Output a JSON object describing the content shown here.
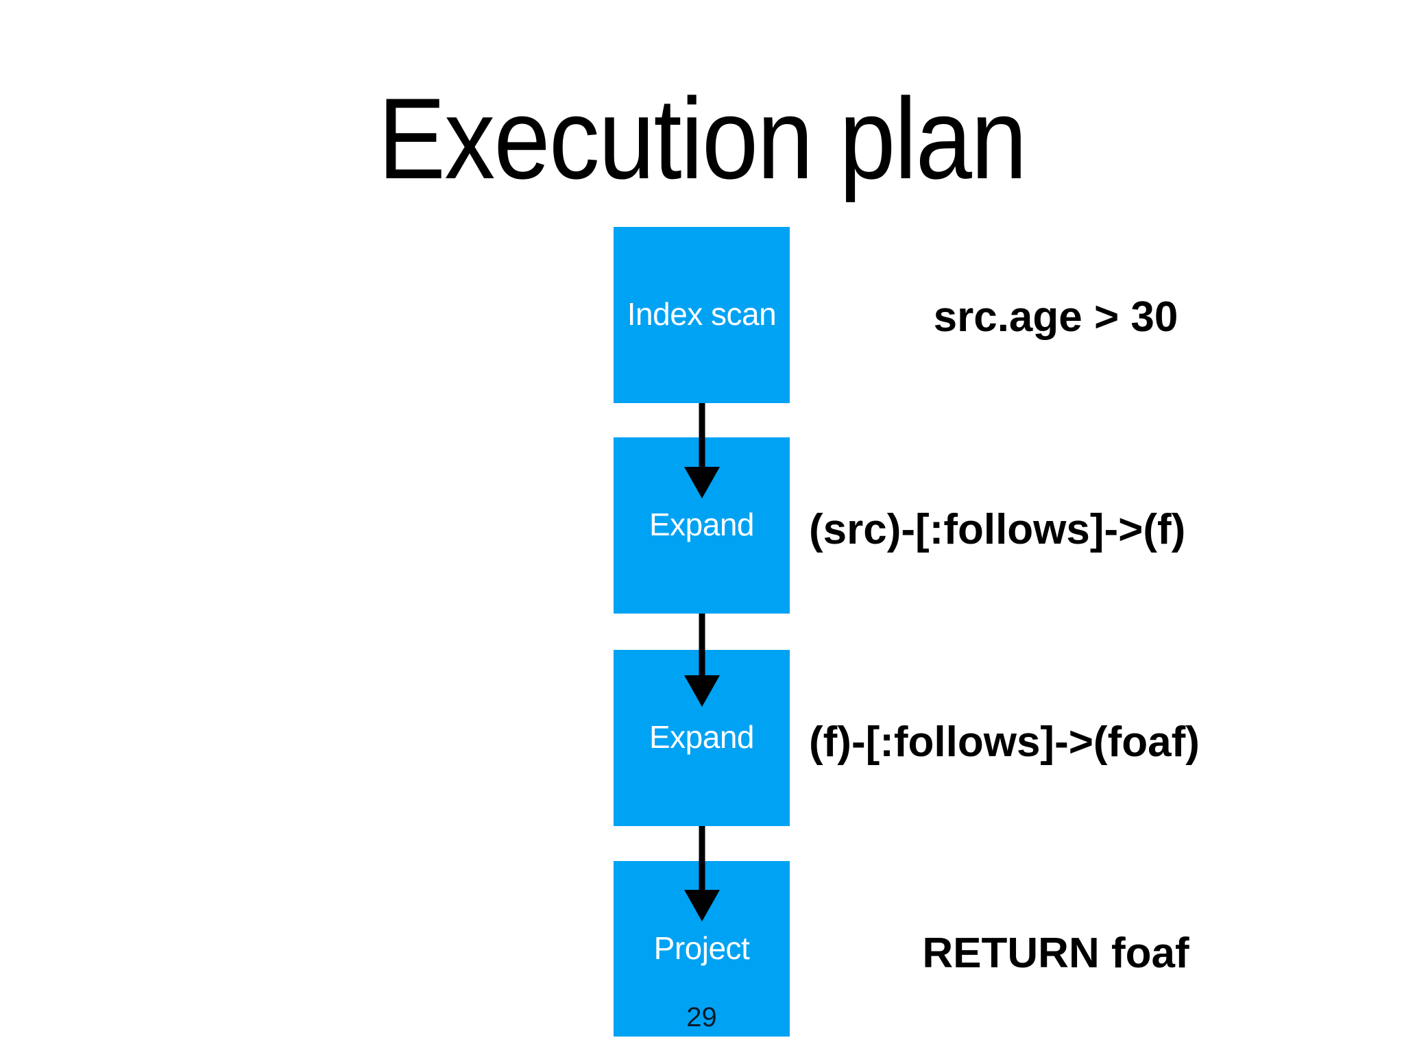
{
  "slide": {
    "title": "Execution plan",
    "page_number": "29",
    "background_color": "#ffffff",
    "node_color": "#00A2F3",
    "node_text_color": "#ffffff",
    "annotation_text_color": "#000000",
    "arrow_color": "#000000"
  },
  "flow": {
    "nodes": [
      {
        "id": "index-scan",
        "label": "Index scan"
      },
      {
        "id": "expand-1",
        "label": "Expand"
      },
      {
        "id": "expand-2",
        "label": "Expand"
      },
      {
        "id": "project",
        "label": "Project"
      }
    ],
    "arrows": [
      {
        "id": "arrow-1",
        "from": "index-scan",
        "to": "expand-1"
      },
      {
        "id": "arrow-2",
        "from": "expand-1",
        "to": "expand-2"
      },
      {
        "id": "arrow-3",
        "from": "expand-2",
        "to": "project"
      }
    ]
  },
  "annotations": [
    {
      "id": "annotation-1",
      "text": "src.age > 30",
      "for_node": "index-scan"
    },
    {
      "id": "annotation-2",
      "text": "(src)-[:follows]->(f)",
      "for_node": "expand-1"
    },
    {
      "id": "annotation-3",
      "text": "(f)-[:follows]->(foaf)",
      "for_node": "expand-2"
    },
    {
      "id": "annotation-4",
      "text": "RETURN foaf",
      "for_node": "project"
    }
  ]
}
